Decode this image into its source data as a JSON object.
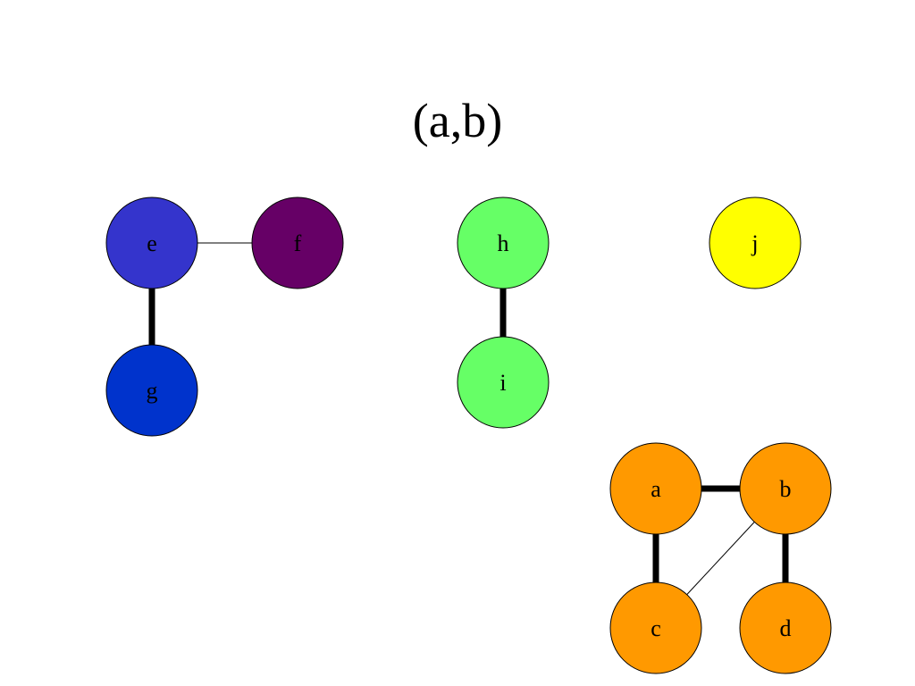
{
  "title": "(a,b)",
  "nodes": [
    {
      "id": "e",
      "label": "e",
      "color": "#3434cc"
    },
    {
      "id": "f",
      "label": "f",
      "color": "#660066"
    },
    {
      "id": "g",
      "label": "g",
      "color": "#0033cc"
    },
    {
      "id": "h",
      "label": "h",
      "color": "#66ff66"
    },
    {
      "id": "i",
      "label": "i",
      "color": "#66ff66"
    },
    {
      "id": "j",
      "label": "j",
      "color": "#ffff00"
    },
    {
      "id": "a",
      "label": "a",
      "color": "#ff9900"
    },
    {
      "id": "b",
      "label": "b",
      "color": "#ff9900"
    },
    {
      "id": "c",
      "label": "c",
      "color": "#ff9900"
    },
    {
      "id": "d",
      "label": "d",
      "color": "#ff9900"
    }
  ],
  "edges": [
    {
      "from": "e",
      "to": "f",
      "weight": "thin"
    },
    {
      "from": "e",
      "to": "g",
      "weight": "thick"
    },
    {
      "from": "h",
      "to": "i",
      "weight": "thick"
    },
    {
      "from": "a",
      "to": "b",
      "weight": "thick"
    },
    {
      "from": "a",
      "to": "c",
      "weight": "thick"
    },
    {
      "from": "b",
      "to": "d",
      "weight": "thick"
    },
    {
      "from": "b",
      "to": "c",
      "weight": "thin"
    }
  ]
}
